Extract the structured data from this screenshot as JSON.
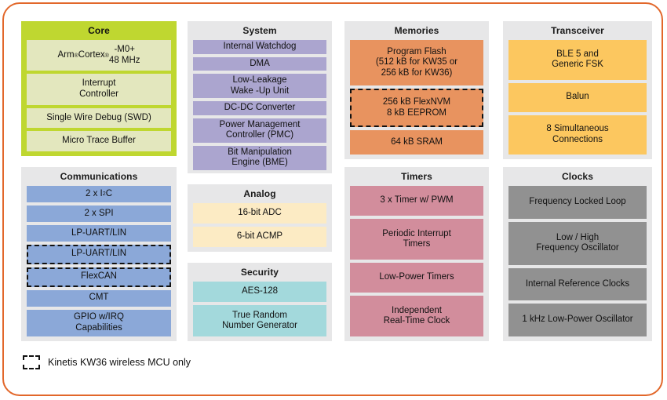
{
  "frame": {
    "border_color": "#E2672A",
    "background": "#FFFFFF"
  },
  "panel_background": "#E7E7E8",
  "panels": [
    {
      "id": "core",
      "title": "Core",
      "panel_color": "#BFD730",
      "block_color": "#E3E7BE",
      "blocks": [
        {
          "label": "Arm® Cortex®-M0+\n48 MHz",
          "dashed": false
        },
        {
          "label": "Interrupt\nController",
          "dashed": false
        },
        {
          "label": "Single Wire Debug (SWD)",
          "dashed": false
        },
        {
          "label": "Micro Trace Buffer",
          "dashed": false
        }
      ]
    },
    {
      "id": "communications",
      "title": "Communications",
      "panel_color": "#E7E7E8",
      "block_color": "#8BA8D8",
      "blocks": [
        {
          "label": "2 x  I²C",
          "dashed": false
        },
        {
          "label": "2 x  SPI",
          "dashed": false
        },
        {
          "label": "LP-UART/LIN",
          "dashed": false
        },
        {
          "label": "LP-UART/LIN",
          "dashed": true
        },
        {
          "label": "FlexCAN",
          "dashed": true
        },
        {
          "label": "CMT",
          "dashed": false
        },
        {
          "label": "GPIO w/IRQ\nCapabilities",
          "dashed": false
        }
      ]
    },
    {
      "id": "system",
      "title": "System",
      "panel_color": "#E7E7E8",
      "block_color": "#ABA5CF",
      "blocks": [
        {
          "label": "Internal Watchdog",
          "dashed": false
        },
        {
          "label": "DMA",
          "dashed": false
        },
        {
          "label": "Low-Leakage\nWake -Up Unit",
          "dashed": false
        },
        {
          "label": "DC-DC Converter",
          "dashed": false
        },
        {
          "label": "Power Management\nController (PMC)",
          "dashed": false
        },
        {
          "label": "Bit Manipulation\nEngine (BME)",
          "dashed": false
        }
      ]
    },
    {
      "id": "analog",
      "title": "Analog",
      "panel_color": "#E7E7E8",
      "block_color": "#FCEBC4",
      "blocks": [
        {
          "label": "16-bit ADC",
          "dashed": false
        },
        {
          "label": "6-bit ACMP",
          "dashed": false
        }
      ]
    },
    {
      "id": "security",
      "title": "Security",
      "panel_color": "#E7E7E8",
      "block_color": "#A3D9DC",
      "blocks": [
        {
          "label": "AES-128",
          "dashed": false
        },
        {
          "label": "True Random\nNumber Generator",
          "dashed": false
        }
      ]
    },
    {
      "id": "memories",
      "title": "Memories",
      "panel_color": "#E7E7E8",
      "block_color": "#E8935F",
      "blocks": [
        {
          "label": "Program Flash\n(512 kB for KW35 or\n256 kB for KW36)",
          "dashed": false
        },
        {
          "label": "256 kB FlexNVM\n8 kB EEPROM",
          "dashed": true
        },
        {
          "label": "64 kB SRAM",
          "dashed": false
        }
      ]
    },
    {
      "id": "timers",
      "title": "Timers",
      "panel_color": "#E7E7E8",
      "block_color": "#D28D9C",
      "blocks": [
        {
          "label": "3 x Timer w/ PWM",
          "dashed": false
        },
        {
          "label": "Periodic Interrupt\nTimers",
          "dashed": false
        },
        {
          "label": "Low-Power Timers",
          "dashed": false
        },
        {
          "label": "Independent\nReal-Time Clock",
          "dashed": false
        }
      ]
    },
    {
      "id": "transceiver",
      "title": "Transceiver",
      "panel_color": "#E7E7E8",
      "block_color": "#FCC75F",
      "blocks": [
        {
          "label": "BLE 5 and\nGeneric FSK",
          "dashed": false
        },
        {
          "label": "Balun",
          "dashed": false
        },
        {
          "label": "8 Simultaneous\nConnections",
          "dashed": false
        }
      ]
    },
    {
      "id": "clocks",
      "title": "Clocks",
      "panel_color": "#E7E7E8",
      "block_color": "#919191",
      "blocks": [
        {
          "label": "Frequency Locked Loop",
          "dashed": false
        },
        {
          "label": "Low / High\nFrequency Oscillator",
          "dashed": false
        },
        {
          "label": "Internal Reference Clocks",
          "dashed": false
        },
        {
          "label": "1 kHz Low-Power Oscillator",
          "dashed": false
        }
      ]
    }
  ],
  "legend": {
    "swatch_style": "dashed-border",
    "text": "Kinetis KW36 wireless MCU only"
  }
}
